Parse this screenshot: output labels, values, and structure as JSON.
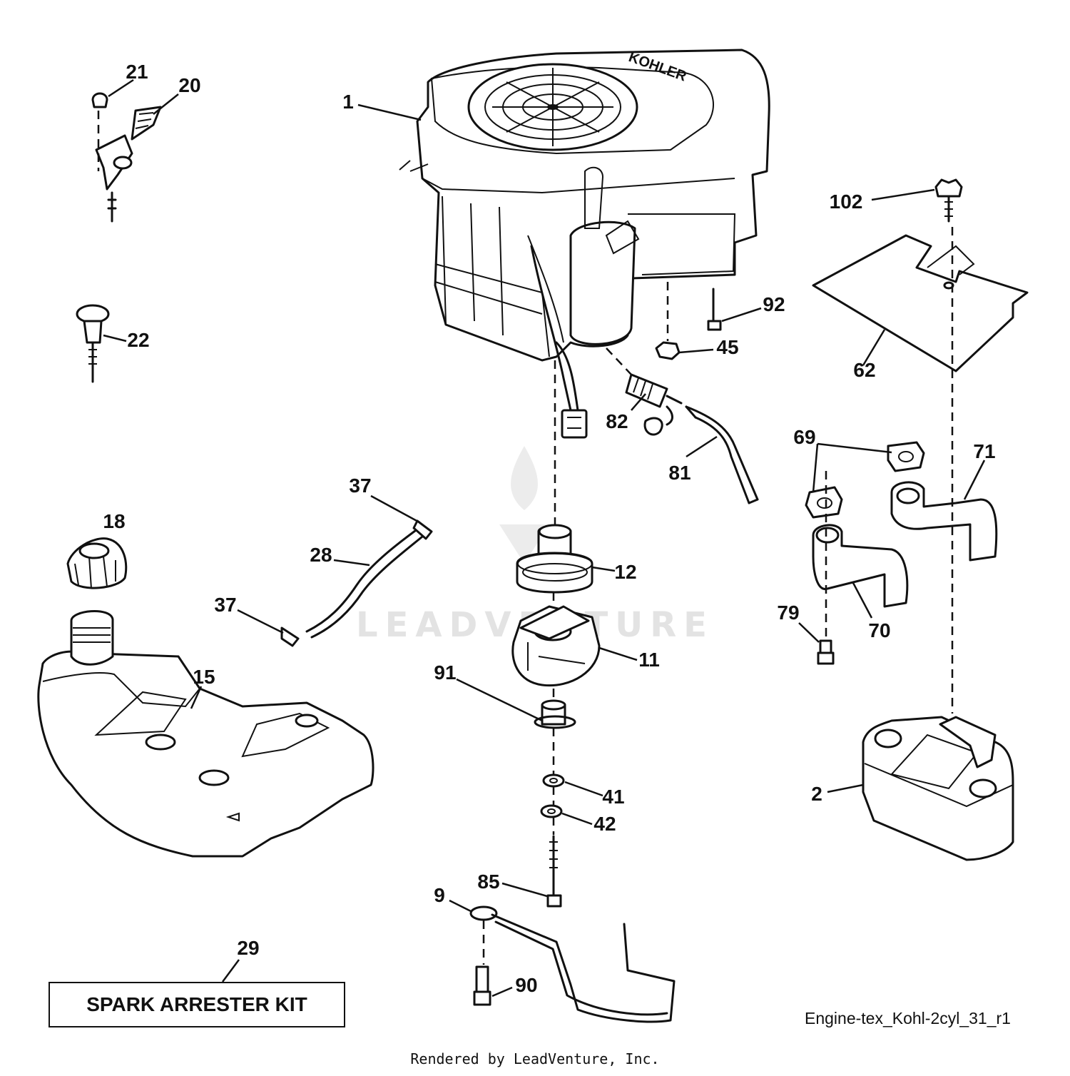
{
  "diagram": {
    "callouts": [
      "1",
      "102",
      "92",
      "45",
      "62",
      "82",
      "81",
      "69",
      "71",
      "70",
      "79",
      "2",
      "21",
      "20",
      "22",
      "37",
      "28",
      "37",
      "18",
      "15",
      "12",
      "11",
      "91",
      "41",
      "42",
      "85",
      "9",
      "90",
      "29"
    ],
    "kit_label": "SPARK ARRESTER KIT",
    "drawing_code": "Engine-tex_Kohl-2cyl_31_r1",
    "engine_brand_text": "KOHLER",
    "watermark_text": "LEADVENTURE"
  },
  "footer": {
    "text": "Rendered by LeadVenture, Inc."
  }
}
